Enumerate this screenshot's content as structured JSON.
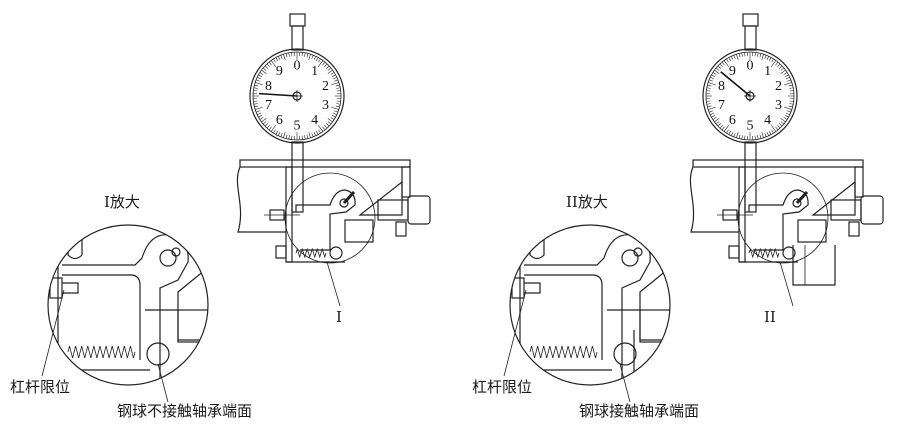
{
  "dial_numbers": [
    "0",
    "1",
    "2",
    "3",
    "4",
    "5",
    "6",
    "7",
    "8",
    "9"
  ],
  "left": {
    "magnify_title": "I放大",
    "marker": "I",
    "lever_stop_label": "杠杆限位",
    "ball_label": "钢球不接触轴承端面",
    "pointer_reading": 7.6,
    "ball_contact": false
  },
  "right": {
    "magnify_title": "II放大",
    "marker": "II",
    "lever_stop_label": "杠杆限位",
    "ball_label": "钢球接触轴承端面",
    "pointer_reading": 8.6,
    "ball_contact": true
  },
  "colors": {
    "line": "#222222",
    "background": "#ffffff"
  }
}
